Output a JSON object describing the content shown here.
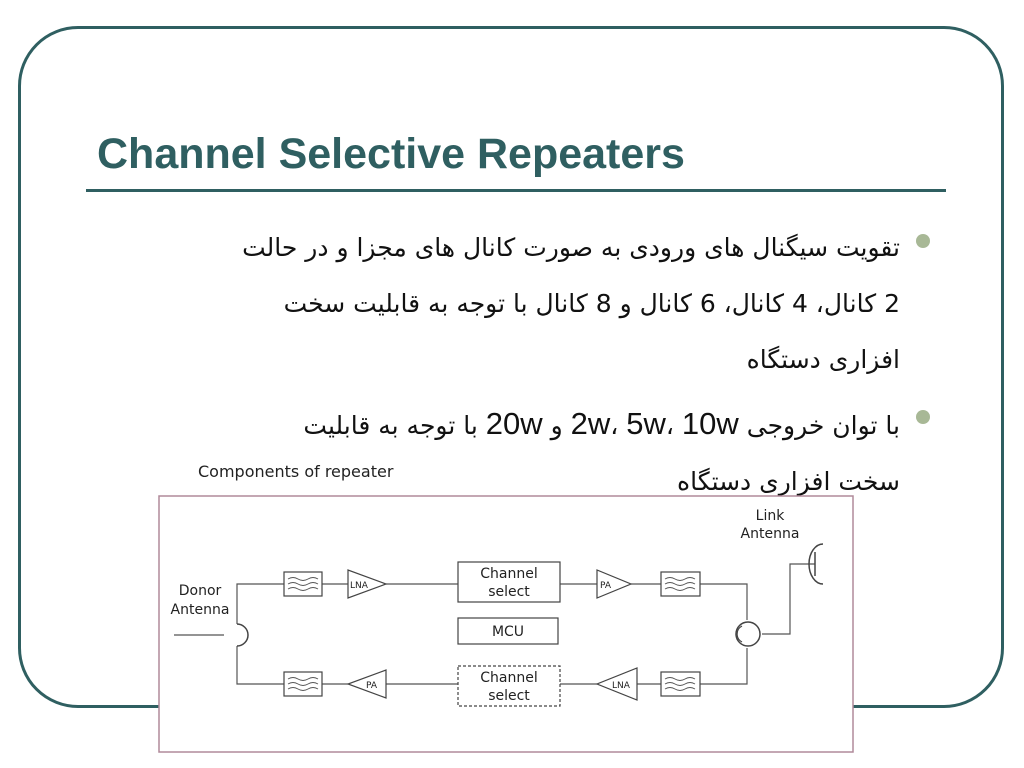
{
  "slide": {
    "title": "Channel Selective Repeaters",
    "bullets": [
      {
        "lines": [
          "تقویت سیگنال های ورودی به صورت کانال های مجزا و در حالت",
          "2 کانال، 4 کانال، 6 کانال و 8 کانال با توجه به قابلیت سخت",
          "افزاری دستگاه"
        ]
      },
      {
        "pre": "با توان خروجی ",
        "power_2w": "2w",
        "sep1": "، ",
        "power_5w": "5w",
        "sep2": "، ",
        "power_10w": "10w",
        "and": " و ",
        "power_20w": "20w",
        "post": " با توجه به قابلیت",
        "line2": "سخت افزاری دستگاه"
      }
    ]
  },
  "figure": {
    "caption": "Components of repeater",
    "donor_antenna": [
      "Donor",
      "Antenna"
    ],
    "link_antenna": [
      "Link",
      "Antenna"
    ],
    "lna": "LNA",
    "pa": "PA",
    "channel_select": [
      "Channel",
      "select"
    ],
    "mcu": "MCU"
  },
  "colors": {
    "accent": "#2f5f61",
    "bullet": "#a8b896",
    "figure_border": "#b08a9a"
  }
}
